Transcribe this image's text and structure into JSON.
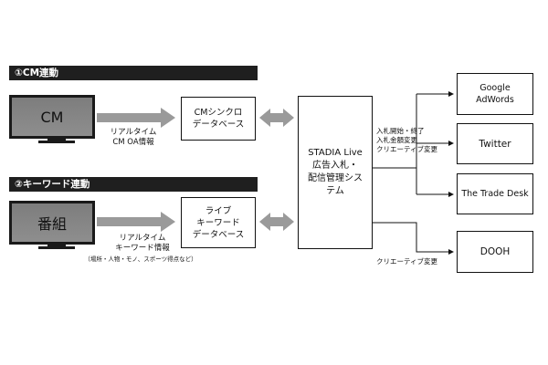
{
  "sections": {
    "cm": {
      "title": "①CM連動"
    },
    "keyword": {
      "title": "②キーワード連動"
    }
  },
  "tv": {
    "cm": "CM",
    "program": "番組"
  },
  "arrows": {
    "cm_label": "リアルタイム\nCM OA情報",
    "kw_label": "リアルタイム\nキーワード情報",
    "kw_note": "（場所・人物・モノ、スポーツ得点など）"
  },
  "databases": {
    "cm_sync": "CMシンクロ\nデータベース",
    "live_keyword": "ライブ\nキーワード\nデータベース"
  },
  "system": {
    "label": "STADIA Live\n広告入札・\n配信管理シス\nテム"
  },
  "connectors": {
    "upper": "入札開始・終了\n入札金額変更\nクリエーティブ変更",
    "lower": "クリエーティブ変更"
  },
  "destinations": [
    {
      "label": "Google\nAdWords"
    },
    {
      "label": "Twitter"
    },
    {
      "label": "The Trade Desk"
    },
    {
      "label": "DOOH"
    }
  ],
  "colors": {
    "bar": "#1f1f1f",
    "screen": "#878787",
    "arrow": "#9a9a9a",
    "line": "#111111"
  }
}
